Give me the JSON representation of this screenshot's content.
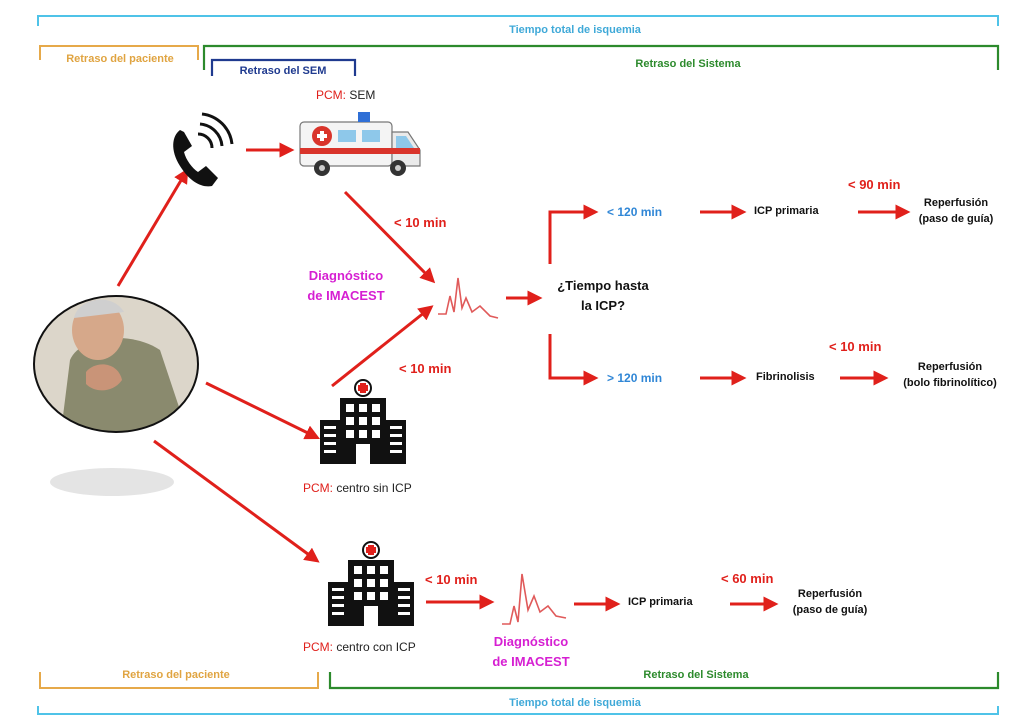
{
  "brackets": {
    "top_total": "Tiempo total de isquemia",
    "top_patient": "Retraso del paciente",
    "top_sem": "Retraso del SEM",
    "top_system": "Retraso del Sistema",
    "bottom_patient": "Retraso del paciente",
    "bottom_system": "Retraso del Sistema",
    "bottom_total": "Tiempo total de isquemia"
  },
  "nodes": {
    "pcm_sem_tag": "PCM:",
    "pcm_sem_text": "SEM",
    "pcm_sin_tag": "PCM:",
    "pcm_sin_text": "centro sin ICP",
    "pcm_con_tag": "PCM:",
    "pcm_con_text": "centro con ICP",
    "diag_upper_line1": "Diagnóstico",
    "diag_upper_line2": "de IMACEST",
    "diag_lower_line1": "Diagnóstico",
    "diag_lower_line2": "de IMACEST",
    "question_line1": "¿Tiempo hasta",
    "question_line2": "la ICP?",
    "lt120": "< 120 min",
    "gt120": "> 120 min",
    "icp_primaria_upper": "ICP primaria",
    "fibrinolisis": "Fibrinolisis",
    "reperf_upper_line1": "Reperfusión",
    "reperf_upper_line2": "(paso de guía)",
    "reperf_fib_line1": "Reperfusión",
    "reperf_fib_line2": "(bolo fibrinolítico)",
    "icp_primaria_lower": "ICP primaria",
    "reperf_lower_line1": "Reperfusión",
    "reperf_lower_line2": "(paso de guía)"
  },
  "times": {
    "sem_to_ecg": "< 10 min",
    "hosp_to_ecg": "< 10 min",
    "lt90": "< 90 min",
    "lt10_fib": "< 10 min",
    "lower_10": "< 10 min",
    "lt60": "< 60 min"
  },
  "icons": {
    "phone": "phone-icon",
    "ambulance": "ambulance-icon",
    "hospital_sin": "hospital-icon",
    "hospital_con": "hospital-icon",
    "ecg_upper": "ecg-icon",
    "ecg_lower": "ecg-icon",
    "patient": "patient-photo"
  },
  "colors": {
    "arrow_red": "#e0201b",
    "total_bracket": "#4fc3e8",
    "patient_bracket": "#e6a94a",
    "sem_bracket": "#1f3a8f",
    "system_bracket": "#2c8a2c",
    "time_blue": "#2f86d6",
    "diagnosis_magenta": "#d61fd2"
  }
}
